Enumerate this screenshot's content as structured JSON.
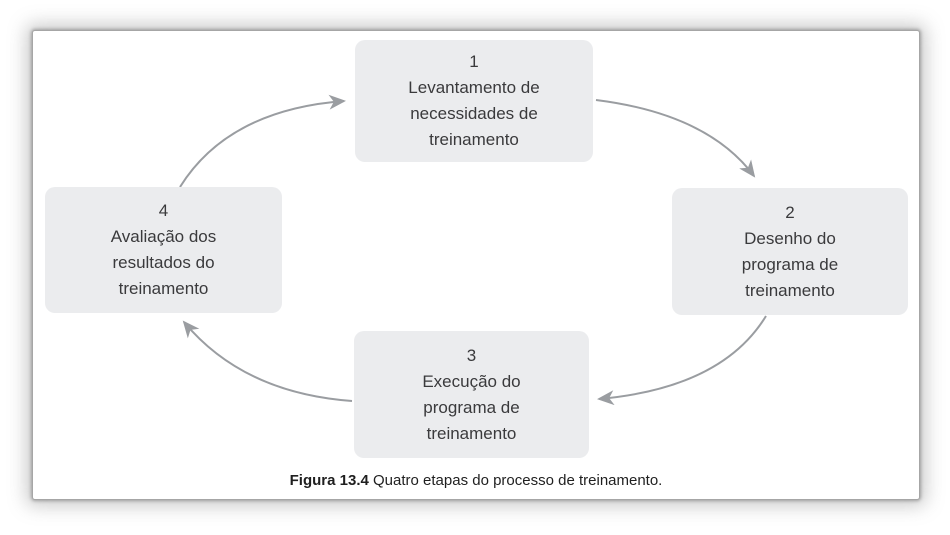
{
  "diagram": {
    "steps": [
      {
        "number": "1",
        "lines": [
          "Levantamento de",
          "necessidades de",
          "treinamento"
        ]
      },
      {
        "number": "2",
        "lines": [
          "Desenho do",
          "programa de",
          "treinamento"
        ]
      },
      {
        "number": "3",
        "lines": [
          "Execução do",
          "programa de",
          "treinamento"
        ]
      },
      {
        "number": "4",
        "lines": [
          "Avaliação dos",
          "resultados do",
          "treinamento"
        ]
      }
    ],
    "arrows": [
      {
        "name": "step4-to-step1"
      },
      {
        "name": "step1-to-step2"
      },
      {
        "name": "step2-to-step3"
      },
      {
        "name": "step3-to-step4"
      }
    ],
    "colors": {
      "box_fill": "#ebecee",
      "box_text": "#3a3a3c",
      "arrow": "#9a9da1"
    }
  },
  "figure": {
    "caption_label": "Figura 13.4",
    "caption_text": " Quatro etapas do processo de treinamento."
  }
}
